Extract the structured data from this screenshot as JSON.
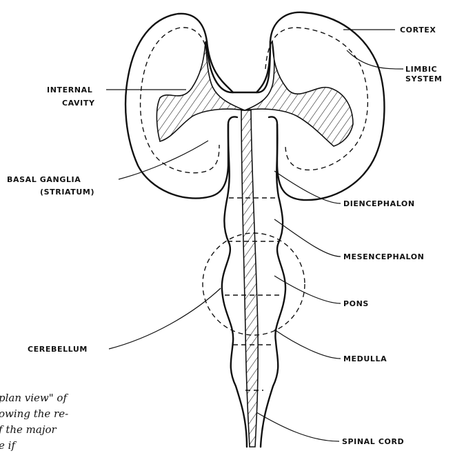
{
  "labels": {
    "cortex": "CORTEX",
    "limbic_line1": "LIMBIC",
    "limbic_line2": "SYSTEM",
    "internal_line1": "INTERNAL",
    "internal_line2": "CAVITY",
    "basal_line1": "BASAL GANGLIA",
    "basal_line2": "(STRIATUM)",
    "diencephalon": "DIENCEPHALON",
    "mesencephalon": "MESENCEPHALON",
    "pons": "PONS",
    "cerebellum": "CEREBELLUM",
    "medulla": "MEDULLA",
    "spinal_cord": "SPINAL CORD"
  },
  "caption": {
    "line1": "plan view\" of",
    "line2": "owing the re-",
    "line3": "f the major",
    "line4": "e        if"
  }
}
